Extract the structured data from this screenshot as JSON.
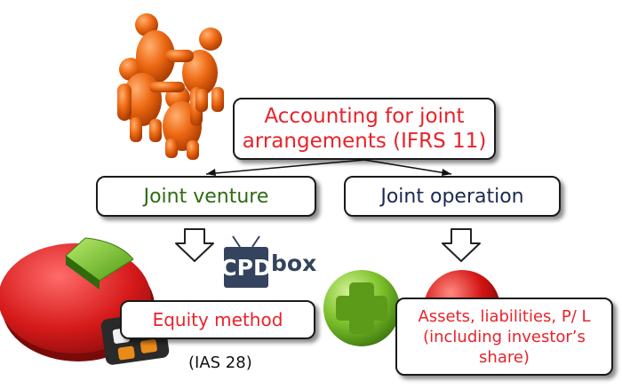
{
  "diagram": {
    "title": "Accounting for joint arrangements (IFRS 11)",
    "joint_venture": "Joint venture",
    "joint_operation": "Joint operation",
    "equity_method": "Equity method",
    "equity_reference": "(IAS 28)",
    "assets_text": "Assets, liabilities, P/ L (including investor’s share)"
  },
  "logo": {
    "cpd": "CPD",
    "box": "box"
  },
  "icons": {
    "people": "team-of-people-icon",
    "pie": "pie-chart-icon",
    "calculator": "calculator-icon",
    "plus": "plus-circle-icon",
    "minus": "minus-circle-icon",
    "arrow": "down-arrow-icon"
  },
  "colors": {
    "title_text": "#e8232a",
    "joint_venture_text": "#2e6b12",
    "joint_operation_text": "#1c2a4f",
    "people": "#e8610f",
    "plus": "#7cc12b",
    "minus": "#d41414",
    "logo": "#34435e"
  }
}
